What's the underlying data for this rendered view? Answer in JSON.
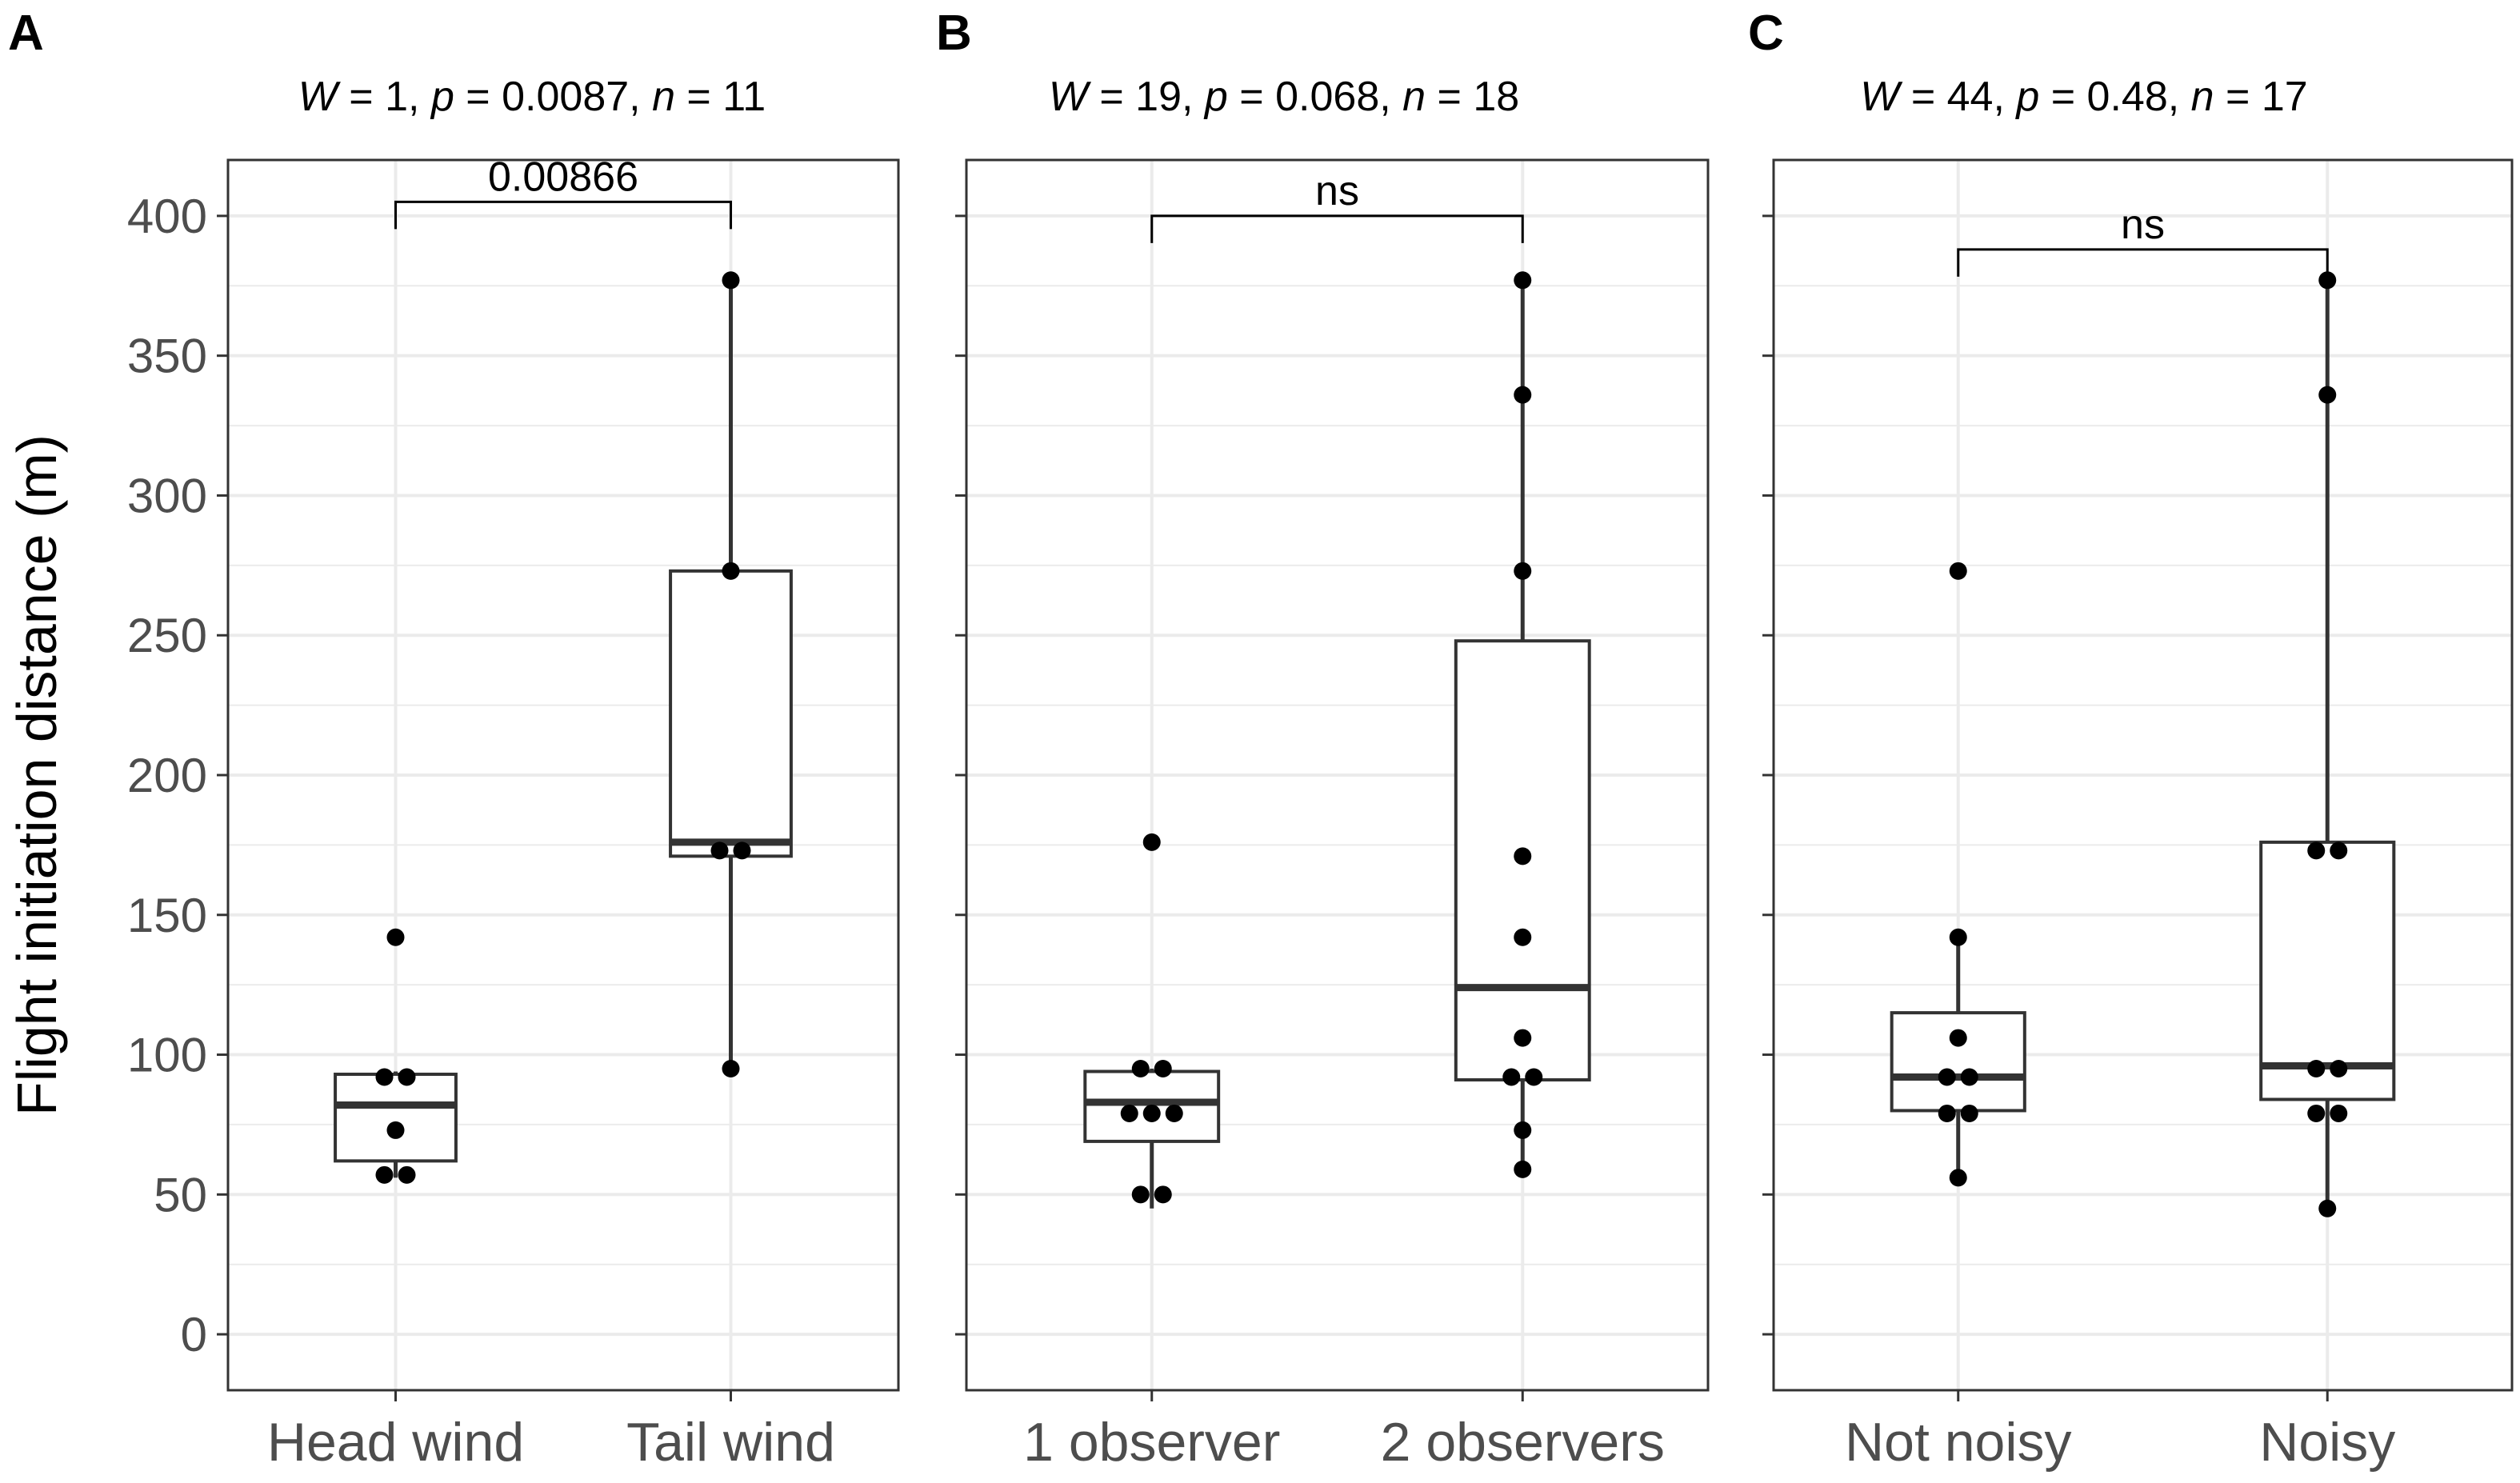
{
  "colors": {
    "panel_border": "#333333",
    "grid": "#ebebeb",
    "box_line": "#333333",
    "point": "#000000",
    "tick_text": "#4d4d4d"
  },
  "chart_data": [
    {
      "type": "box",
      "panel": "A",
      "stats": {
        "W": "1",
        "p": "0.0087",
        "n": "11"
      },
      "ylabel": "Flight initiation distance (m)",
      "yticks": [
        0,
        50,
        100,
        150,
        200,
        250,
        300,
        350,
        400
      ],
      "ylim": [
        -20,
        420
      ],
      "grid": true,
      "categories": [
        "Head wind",
        "Tail wind"
      ],
      "boxes": [
        {
          "category": "Head wind",
          "min": 56,
          "q1": 62,
          "median": 82,
          "q3": 93,
          "max": 94
        },
        {
          "category": "Tail wind",
          "min": 95,
          "q1": 171,
          "median": 176,
          "q3": 273,
          "max": 377
        }
      ],
      "points": [
        {
          "category": "Head wind",
          "values": [
            142,
            92,
            92,
            73,
            57,
            57
          ]
        },
        {
          "category": "Tail wind",
          "values": [
            377,
            273,
            173,
            173,
            95
          ]
        }
      ],
      "comparison": {
        "label": "0.00866",
        "y": 405
      }
    },
    {
      "type": "box",
      "panel": "B",
      "stats": {
        "W": "19",
        "p": "0.068",
        "n": "18"
      },
      "yticks": [
        0,
        50,
        100,
        150,
        200,
        250,
        300,
        350,
        400
      ],
      "ylim": [
        -20,
        420
      ],
      "grid": true,
      "categories": [
        "1 observer",
        "2 observers"
      ],
      "boxes": [
        {
          "category": "1 observer",
          "min": 45,
          "q1": 69,
          "median": 83,
          "q3": 94,
          "max": 95
        },
        {
          "category": "2 observers",
          "min": 59,
          "q1": 91,
          "median": 124,
          "q3": 248,
          "max": 377
        }
      ],
      "points": [
        {
          "category": "1 observer",
          "values": [
            176,
            95,
            95,
            79,
            79,
            79,
            50,
            50
          ]
        },
        {
          "category": "2 observers",
          "values": [
            377,
            336,
            273,
            171,
            142,
            106,
            92,
            92,
            73,
            59
          ]
        }
      ],
      "comparison": {
        "label": "ns",
        "y": 400
      }
    },
    {
      "type": "box",
      "panel": "C",
      "stats": {
        "W": "44",
        "p": "0.48",
        "n": "17"
      },
      "yticks": [
        0,
        50,
        100,
        150,
        200,
        250,
        300,
        350,
        400
      ],
      "ylim": [
        -20,
        420
      ],
      "grid": true,
      "categories": [
        "Not noisy",
        "Noisy"
      ],
      "boxes": [
        {
          "category": "Not noisy",
          "min": 56,
          "q1": 80,
          "median": 92,
          "q3": 115,
          "max": 142
        },
        {
          "category": "Noisy",
          "min": 45,
          "q1": 84,
          "median": 96,
          "q3": 176,
          "max": 377
        }
      ],
      "points": [
        {
          "category": "Not noisy",
          "values": [
            273,
            142,
            106,
            92,
            92,
            79,
            79,
            56
          ]
        },
        {
          "category": "Noisy",
          "values": [
            377,
            336,
            173,
            173,
            95,
            95,
            79,
            79,
            45
          ]
        }
      ],
      "comparison": {
        "label": "ns",
        "y": 388
      }
    }
  ]
}
